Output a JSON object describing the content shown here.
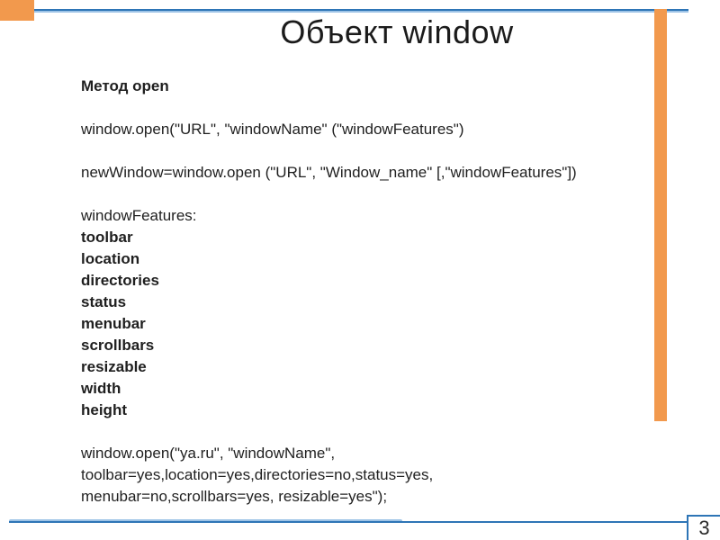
{
  "slide": {
    "title": "Объект window",
    "page_number": "3",
    "body_lines": [
      {
        "text": "Метод open",
        "bold": true
      },
      {
        "text": "",
        "bold": false
      },
      {
        "text": "window.open(\"URL\", \"windowName\" (\"windowFeatures\")",
        "bold": false
      },
      {
        "text": "",
        "bold": false
      },
      {
        "text": "newWindow=window.open (\"URL\", \"Window_name\" [,\"windowFeatures\"])",
        "bold": false
      },
      {
        "text": "",
        "bold": false
      },
      {
        "text": "windowFeatures:",
        "bold": false
      },
      {
        "text": "toolbar",
        "bold": true
      },
      {
        "text": "location",
        "bold": true
      },
      {
        "text": "directories",
        "bold": true
      },
      {
        "text": "status",
        "bold": true
      },
      {
        "text": "menubar",
        "bold": true
      },
      {
        "text": "scrollbars",
        "bold": true
      },
      {
        "text": "resizable",
        "bold": true
      },
      {
        "text": "width",
        "bold": true
      },
      {
        "text": "height",
        "bold": true
      },
      {
        "text": "",
        "bold": false
      },
      {
        "text": "window.open(\"ya.ru\", \"windowName\",",
        "bold": false
      },
      {
        "text": "toolbar=yes,location=yes,directories=no,status=yes,",
        "bold": false
      },
      {
        "text": "menubar=no,scrollbars=yes, resizable=yes\");",
        "bold": false
      }
    ]
  },
  "colors": {
    "accent_orange": "#F2994D",
    "rule_dark_blue": "#2E75B6",
    "rule_light_blue": "#9DC3E6",
    "text_color": "#1f1f1f"
  }
}
